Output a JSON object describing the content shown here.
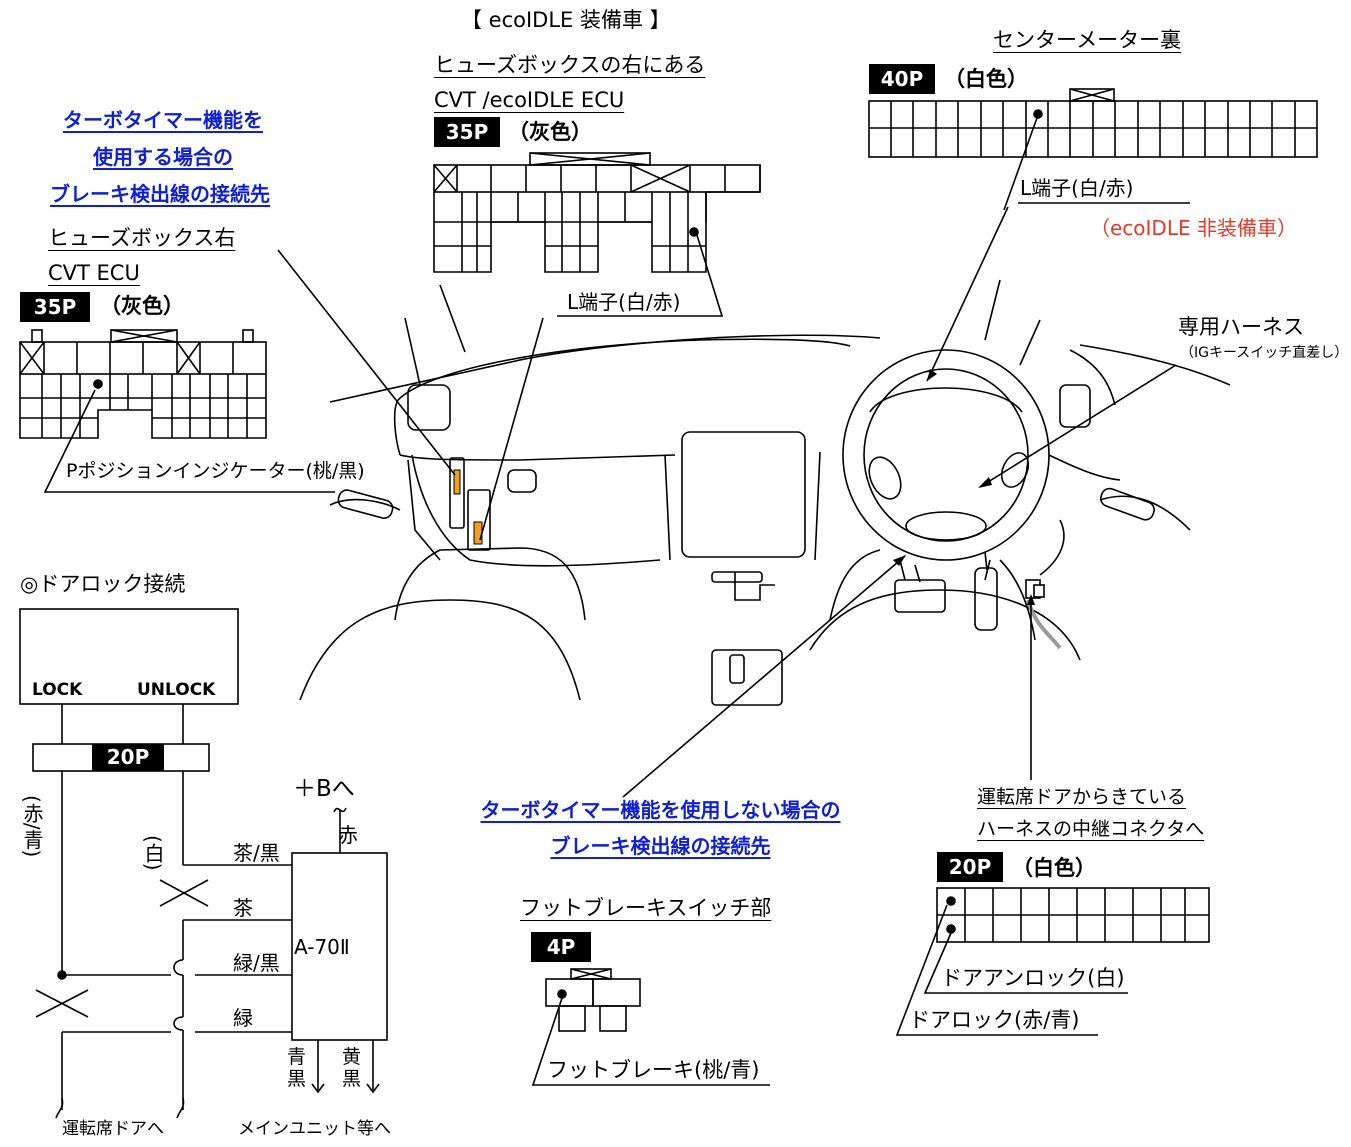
{
  "ecoidle_ecu": {
    "header": "【 ecoIDLE 装備車 】",
    "location": "ヒューズボックスの右にある",
    "name": "CVT /ecoIDLE ECU",
    "pins": "35P",
    "color": "（灰色）",
    "terminal": "L端子(白/赤)"
  },
  "center_meter": {
    "location": "センターメーター裏",
    "pins": "40P",
    "color": "（白色）",
    "terminal": "L端子(白/赤)",
    "note": "（ecoIDLE 非装備車）"
  },
  "turbo_with": {
    "lines": [
      "ターボタイマー機能を",
      "使用する場合の",
      "ブレーキ検出線の接続先"
    ]
  },
  "cvt_ecu": {
    "location": "ヒューズボックス右",
    "name": "CVT ECU",
    "pins": "35P",
    "color": "（灰色）",
    "terminal": "Pポジションインジケーター(桃/黒)"
  },
  "harness": {
    "title": "専用ハーネス",
    "sub": "（IGキースイッチ直差し）"
  },
  "door_lock": {
    "title": "◎ドアロック接続",
    "lock": "LOCK",
    "unlock": "UNLOCK",
    "connector": "20P",
    "wire_left": "(赤/青)",
    "wire_right": "(白)",
    "power": "＋Bへ",
    "power_wire": "赤",
    "unit": "A-70Ⅱ",
    "wires": [
      "茶/黒",
      "茶",
      "緑/黒",
      "緑"
    ],
    "out1": [
      "青",
      "黒"
    ],
    "out2": [
      "黄",
      "黒"
    ],
    "to_door": "運転席ドアへ",
    "to_main": "メインユニット等へ"
  },
  "turbo_without": {
    "lines": [
      "ターボタイマー機能を使用しない場合の",
      "ブレーキ検出線の接続先"
    ]
  },
  "foot_brake": {
    "title": "フットブレーキスイッチ部",
    "pins": "4P",
    "terminal": "フットブレーキ(桃/青)"
  },
  "door_relay": {
    "line1": "運転席ドアからきている",
    "line2": "ハーネスの中継コネクタへ",
    "pins": "20P",
    "color": "（白色）",
    "unlock": "ドアアンロック(白)",
    "lock": "ドアロック(赤/青)"
  },
  "colors": {
    "link_blue": "#1020d0",
    "note_red": "#e53a2a",
    "indicator_orange": "#f0a020",
    "harness_gray": "#9a9a9a"
  }
}
